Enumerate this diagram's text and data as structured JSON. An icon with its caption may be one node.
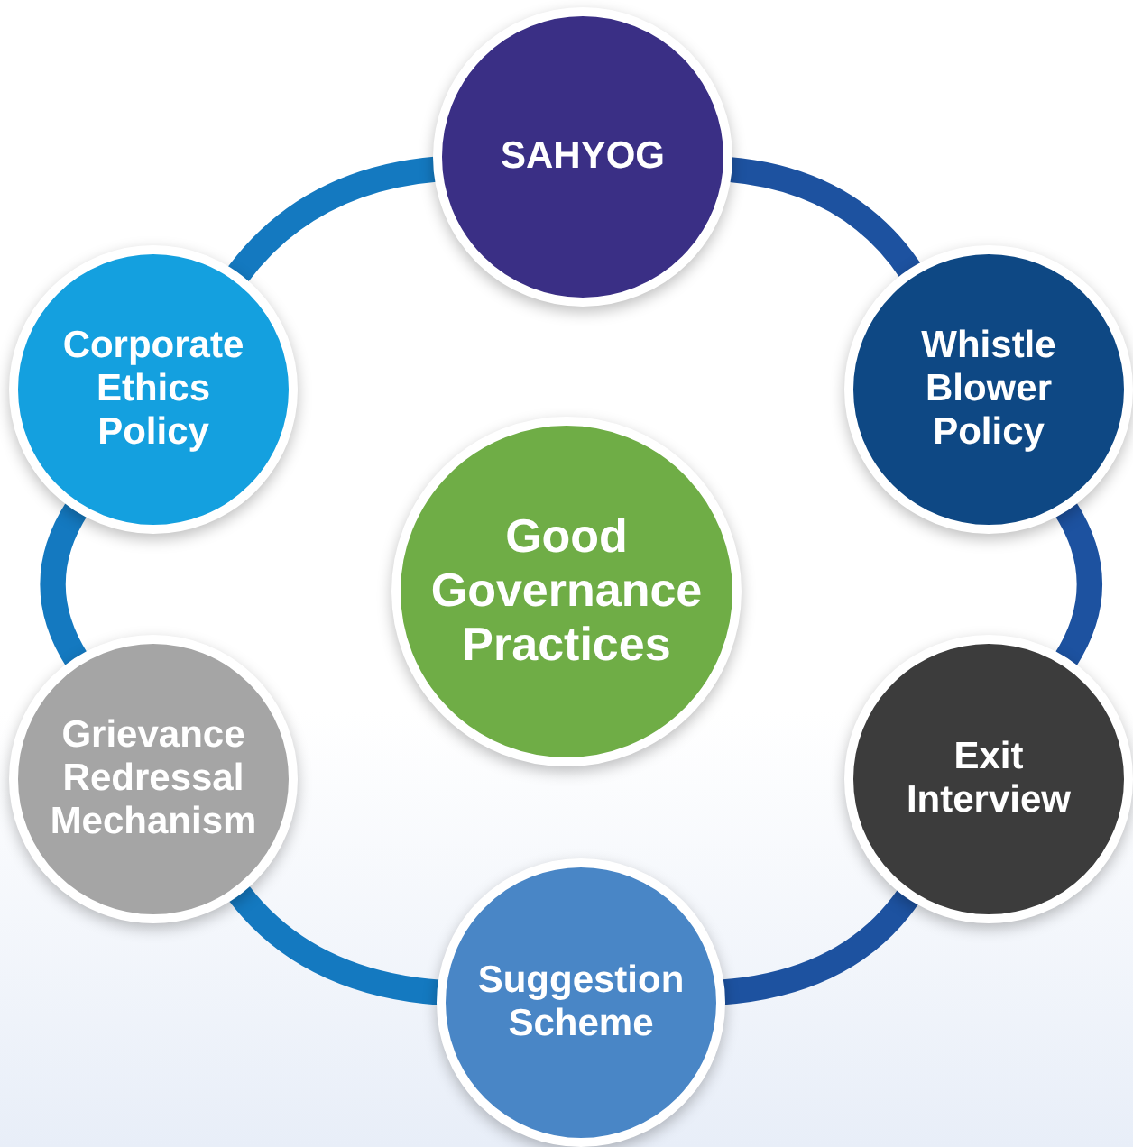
{
  "diagram": {
    "nodes": [
      {
        "text": [
          "SAHYOG"
        ]
      },
      {
        "text": [
          "Corporate Ethics Policy"
        ]
      },
      {
        "text": [
          "Whistle Blower Policy"
        ]
      },
      {
        "text": [
          "Good Governance Practices"
        ]
      },
      {
        "text": [
          "Grievance Redressal Mechanism"
        ]
      },
      {
        "text": [
          "Exit Interview"
        ]
      },
      {
        "text": [
          "Suggestion Scheme"
        ]
      }
    ],
    "edges": [
      {
        "from": 0,
        "to": 2,
        "arrow": "none",
        "color": "#1d52a0"
      },
      {
        "from": 2,
        "to": 5,
        "arrow": "none",
        "color": "#1d52a0"
      },
      {
        "from": 5,
        "to": 6,
        "arrow": "none",
        "color": "#1d52a0"
      },
      {
        "from": 6,
        "to": 4,
        "arrow": "none"
      },
      {
        "from": 4,
        "to": 1,
        "arrow": "none"
      },
      {
        "from": 1,
        "to": 0,
        "arrow": "none"
      }
    ]
  }
}
